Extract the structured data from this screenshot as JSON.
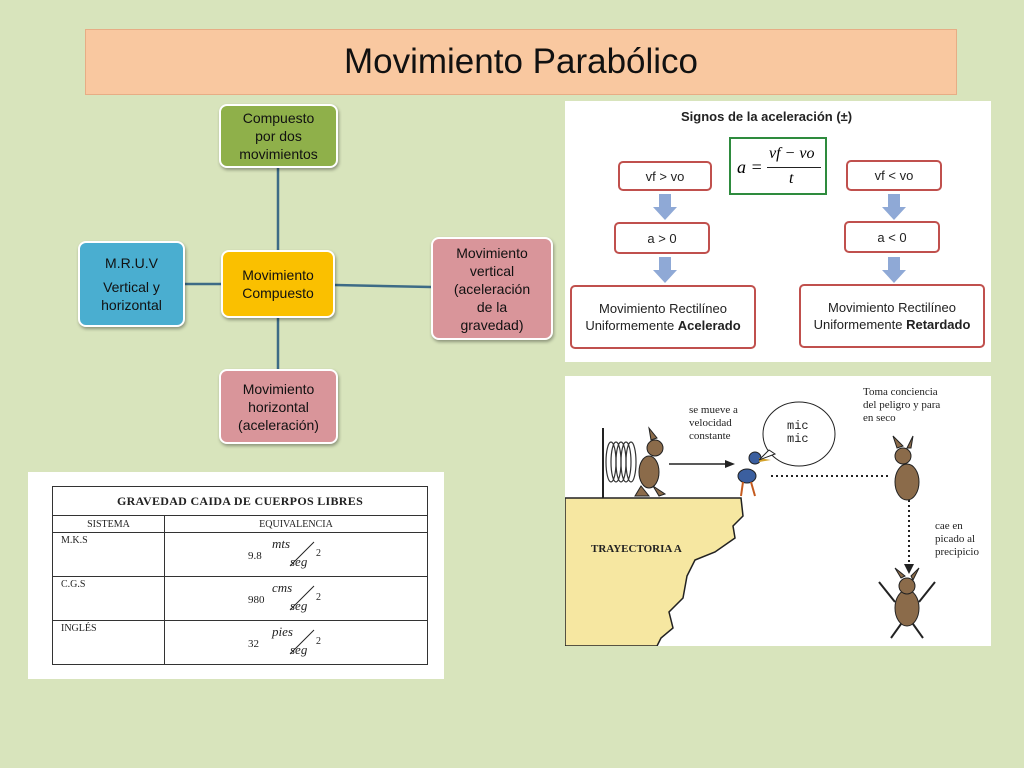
{
  "title": "Movimiento Parabólico",
  "concept_map": {
    "top": "Compuesto\npor dos\nmovimientos",
    "center": "Movimiento\nCompuesto",
    "left_title": "M.R.U.V",
    "left_sub": "Vertical y\nhorizontal",
    "right": "Movimiento\nvertical\n(aceleración\nde la\ngravedad)",
    "bottom": "Movimiento\nhorizontal\n(aceleración)"
  },
  "signs": {
    "title": "Signos de la aceleración (±)",
    "formula_lhs": "a =",
    "formula_num": "vf − vo",
    "formula_den": "t",
    "left": {
      "cond": "vf > vo",
      "sign": "a > 0",
      "result_line1": "Movimiento Rectilíneo",
      "result_line2_plain": "Uniformemente ",
      "result_line2_bold": "Acelerado"
    },
    "right": {
      "cond": "vf < vo",
      "sign": "a < 0",
      "result_line1": "Movimiento Rectilíneo",
      "result_line2_plain": "Uniformemente ",
      "result_line2_bold": "Retardado"
    }
  },
  "gravity_table": {
    "title": "GRAVEDAD CAIDA DE CUERPOS LIBRES",
    "col_system": "SISTEMA",
    "col_equivalence": "EQUIVALENCIA",
    "rows": [
      {
        "system": "M.K.S",
        "value": "9.8",
        "unit": "mts",
        "denominator": "seg",
        "exponent": "2"
      },
      {
        "system": "C.G.S",
        "value": "980",
        "unit": "cms",
        "denominator": "seg",
        "exponent": "2"
      },
      {
        "system": "INGLÉS",
        "value": "32",
        "unit": "pies",
        "denominator": "seg",
        "exponent": "2"
      }
    ]
  },
  "cartoon": {
    "moves": "se mueve a\nvelocidad\nconstante",
    "bubble": "mic\nmic",
    "aware": "Toma conciencia\ndel peligro y para\nen seco",
    "falls": "cae en\npicado al\nprecipicio",
    "trajectory": "TRAYECTORIA A"
  },
  "colors": {
    "background": "#d8e4bc",
    "title_bar": "#f9c8a0",
    "node_green": "#8fb04a",
    "node_yellow": "#fac000",
    "node_blue": "#4aaed0",
    "node_pink": "#d9959a",
    "box_red": "#c0504d",
    "arrow_blue": "#8fa9d6",
    "formula_green": "#2e8b3e",
    "cliff": "#f6e7a1"
  }
}
